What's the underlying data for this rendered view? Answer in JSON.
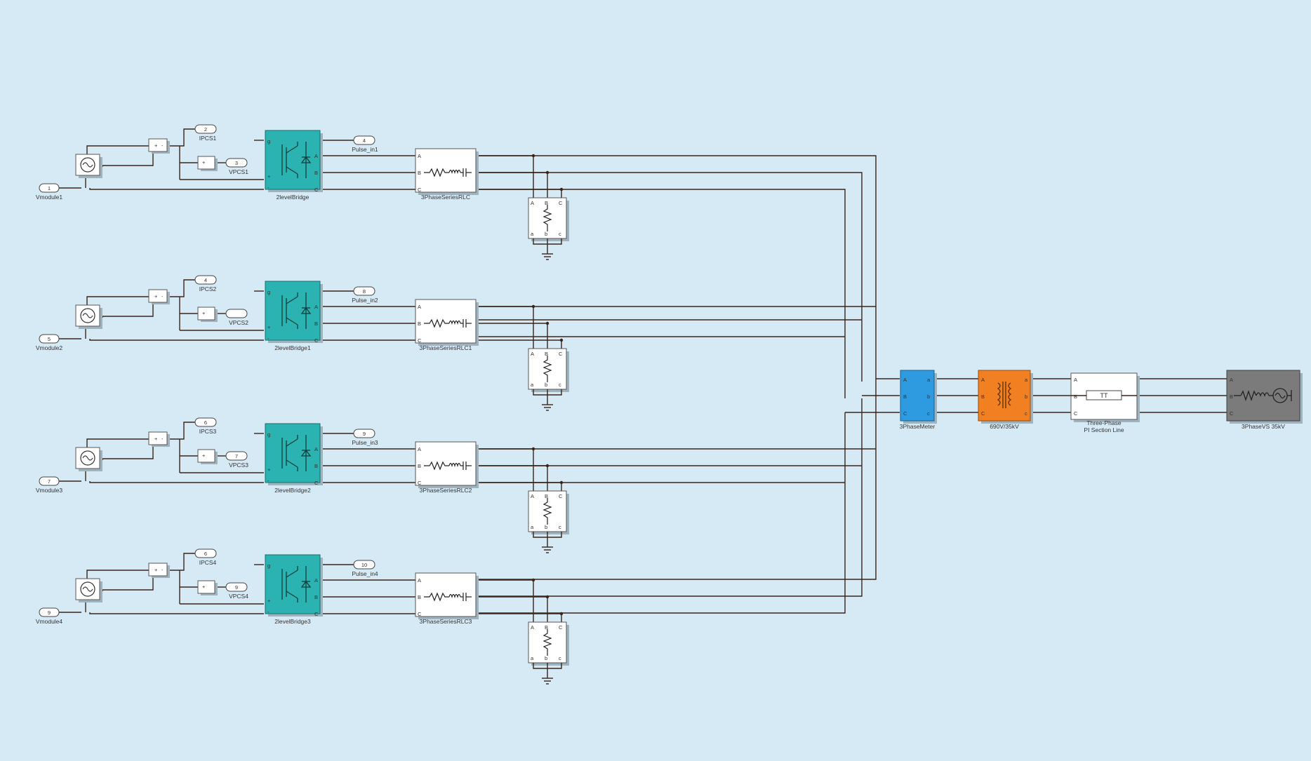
{
  "colors": {
    "background": "#d6eaf6",
    "bridge": "#2bb3b1",
    "measurement": "#2e9ae0",
    "transformer": "#f08022",
    "source": "#7b7b7b",
    "wire": "#3a2418"
  },
  "modules": [
    {
      "input_num": "1",
      "input_label": "Vmodule1",
      "i_num": "2",
      "i_label": "IPCS1",
      "v_num": "3",
      "v_label": "VPCS1",
      "pulse_num": "4",
      "pulse_label": "Pulse_in1",
      "bridge_label": "2levelBridge",
      "rlc_label": "3PhaseSeriesRLC"
    },
    {
      "input_num": "5",
      "input_label": "Vmodule2",
      "i_num": "4",
      "i_label": "IPCS2",
      "v_num": "",
      "v_label": "VPCS2",
      "pulse_num": "8",
      "pulse_label": "Pulse_in2",
      "bridge_label": "2levelBridge1",
      "rlc_label": "3PhaseSeriesRLC1"
    },
    {
      "input_num": "7",
      "input_label": "Vmodule3",
      "i_num": "6",
      "i_label": "IPCS3",
      "v_num": "7",
      "v_label": "VPCS3",
      "pulse_num": "9",
      "pulse_label": "Pulse_in3",
      "bridge_label": "2levelBridge2",
      "rlc_label": "3PhaseSeriesRLC2"
    },
    {
      "input_num": "9",
      "input_label": "Vmodule4",
      "i_num": "6",
      "i_label": "IPCS4",
      "v_num": "9",
      "v_label": "VPCS4",
      "pulse_num": "10",
      "pulse_label": "Pulse_in4",
      "bridge_label": "2levelBridge3",
      "rlc_label": "3PhaseSeriesRLC3"
    }
  ],
  "ports": {
    "abc": [
      "A",
      "B",
      "C"
    ],
    "bridge_left": [
      "g",
      "+",
      "-"
    ],
    "load_bottom": [
      "a",
      "b",
      "c"
    ],
    "sum_signs": [
      "+",
      "-"
    ]
  },
  "measurement_label": "3PhaseMeter",
  "transformer_label": "690V/35kV",
  "pi_line": {
    "line1": "Three-Phase",
    "line2": "PI Section Line"
  },
  "source_label": "3PhaseVS 35kV"
}
